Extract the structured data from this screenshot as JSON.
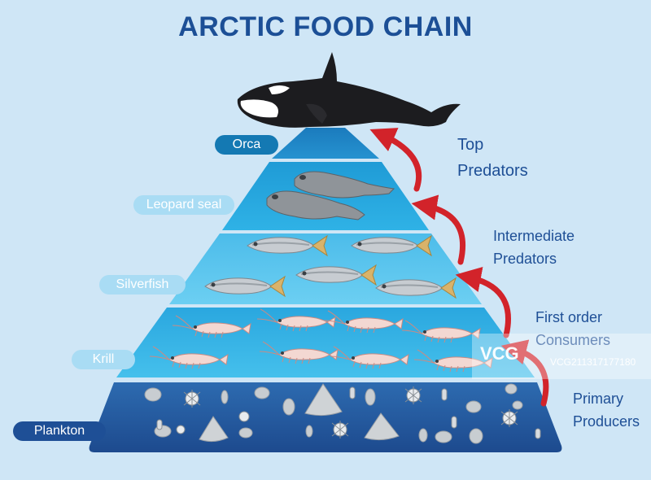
{
  "title": "ARCTIC FOOD CHAIN",
  "tiers": [
    {
      "name": "Orca",
      "organism": "orca-icon"
    },
    {
      "name": "Leopard seal",
      "organism": "seal-icon"
    },
    {
      "name": "Silverfish",
      "organism": "fish-icon"
    },
    {
      "name": "Krill",
      "organism": "krill-icon"
    },
    {
      "name": "Plankton",
      "organism": "plankton-icon"
    }
  ],
  "levels": [
    {
      "line1": "Top",
      "line2": "Predators"
    },
    {
      "line1": "Intermediate",
      "line2": "Predators"
    },
    {
      "line1": "First order",
      "line2": "Consumers"
    },
    {
      "line1": "Primary",
      "line2": "Producers"
    }
  ],
  "watermark": {
    "logo": "VCG",
    "id": "VCG211317177180"
  },
  "colors": {
    "background": "#cfe6f6",
    "title": "#1c4f96",
    "arrow": "#d2232a",
    "tier_top": "#1e86c4",
    "tier_mid": "#27a6dc",
    "tier_light": "#5cc3ec",
    "tier_base": "#1e4f96"
  }
}
